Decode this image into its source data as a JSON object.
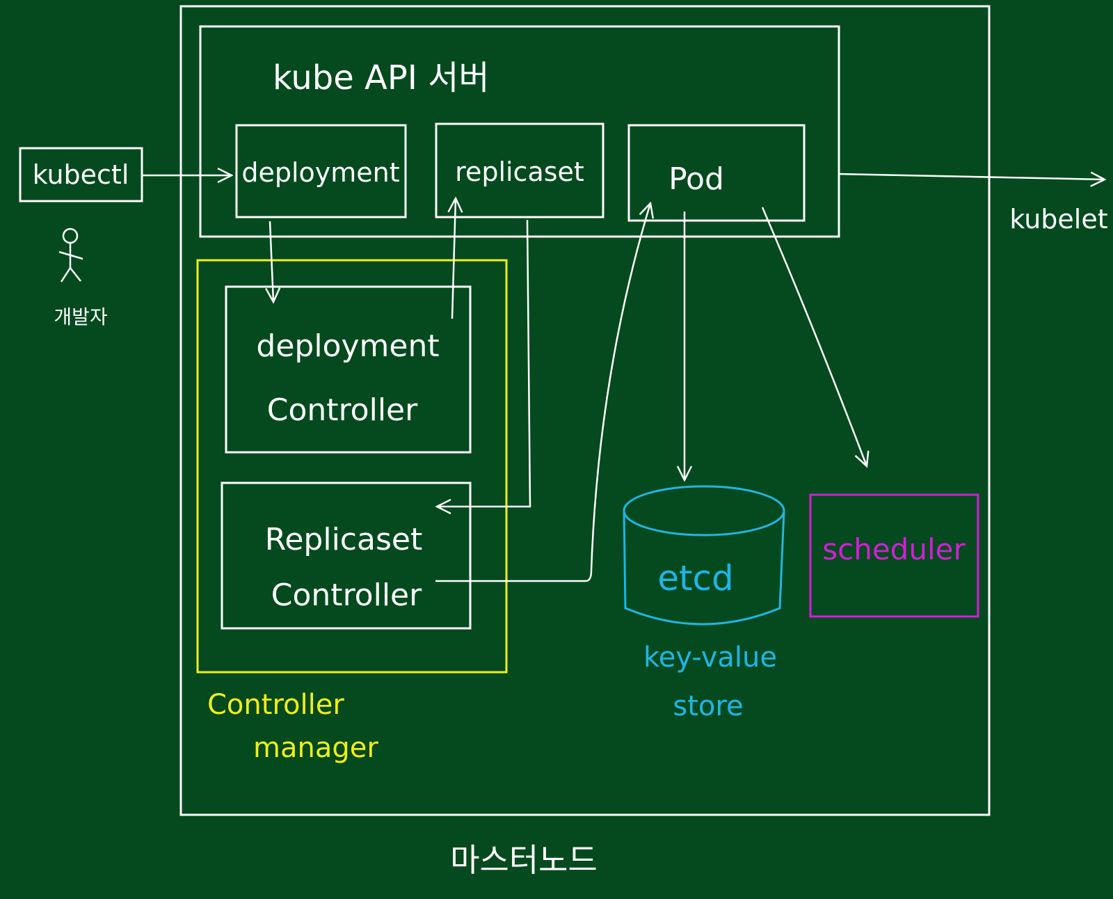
{
  "colors": {
    "background": "#044a1e",
    "chalk": "#ffffff",
    "controller_manager": "#f2ee1a",
    "etcd": "#1fb5e6",
    "scheduler": "#d21ed6"
  },
  "labels": {
    "kubectl": "kubectl",
    "developer": "개발자",
    "api_server": "kube API 서버",
    "deployment": "deployment",
    "replicaset": "replicaset",
    "pod": "Pod",
    "kubelet": "kubelet",
    "deployment_controller_line1": "deployment",
    "deployment_controller_line2": "Controller",
    "replicaset_controller_line1": "Replicaset",
    "replicaset_controller_line2": "Controller",
    "controller_manager_line1": "Controller",
    "controller_manager_line2": "manager",
    "etcd": "etcd",
    "etcd_desc_line1": "key-value",
    "etcd_desc_line2": "store",
    "scheduler": "scheduler",
    "master_node": "마스터노드"
  },
  "icons": {
    "developer": "stick-figure-icon"
  }
}
